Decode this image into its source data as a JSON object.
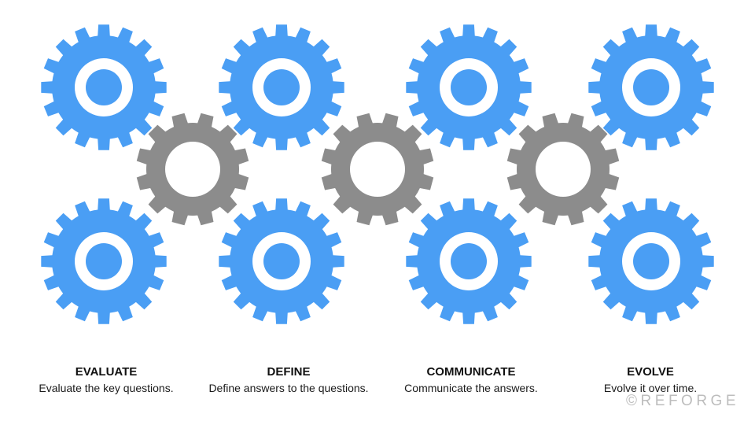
{
  "colors": {
    "primary_gear": "#4a9ef4",
    "connector_gear": "#8c8c8c",
    "hole": "#ffffff",
    "watermark": "#bdbdbd"
  },
  "gears": {
    "primary": [
      {
        "name": "gear-evaluate-top"
      },
      {
        "name": "gear-define-top"
      },
      {
        "name": "gear-communicate-top"
      },
      {
        "name": "gear-evolve-top"
      },
      {
        "name": "gear-evaluate-bottom"
      },
      {
        "name": "gear-define-bottom"
      },
      {
        "name": "gear-communicate-bottom"
      },
      {
        "name": "gear-evolve-bottom"
      }
    ],
    "connector": [
      {
        "name": "gear-connector-1"
      },
      {
        "name": "gear-connector-2"
      },
      {
        "name": "gear-connector-3"
      }
    ]
  },
  "steps": [
    {
      "title": "EVALUATE",
      "desc": "Evaluate the key questions."
    },
    {
      "title": "DEFINE",
      "desc": "Define answers to the questions."
    },
    {
      "title": "COMMUNICATE",
      "desc": "Communicate the answers."
    },
    {
      "title": "EVOLVE",
      "desc": "Evolve it over time."
    }
  ],
  "watermark": "©REFORGE"
}
